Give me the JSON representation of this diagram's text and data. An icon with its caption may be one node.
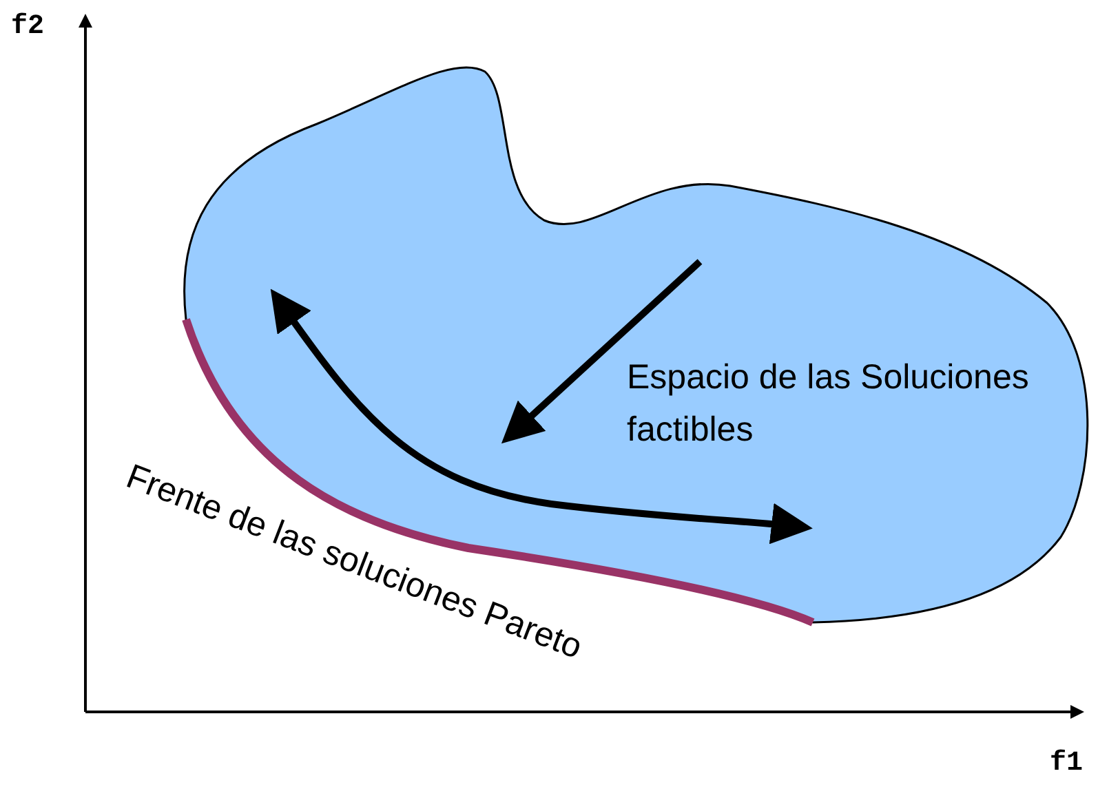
{
  "diagram": {
    "nodes": [
      {
        "text": [
          "Espacio de las Soluciones factibles"
        ]
      }
    ],
    "labels": [
      "f2",
      "f1",
      "Frente de las soluciones Pareto"
    ]
  }
}
